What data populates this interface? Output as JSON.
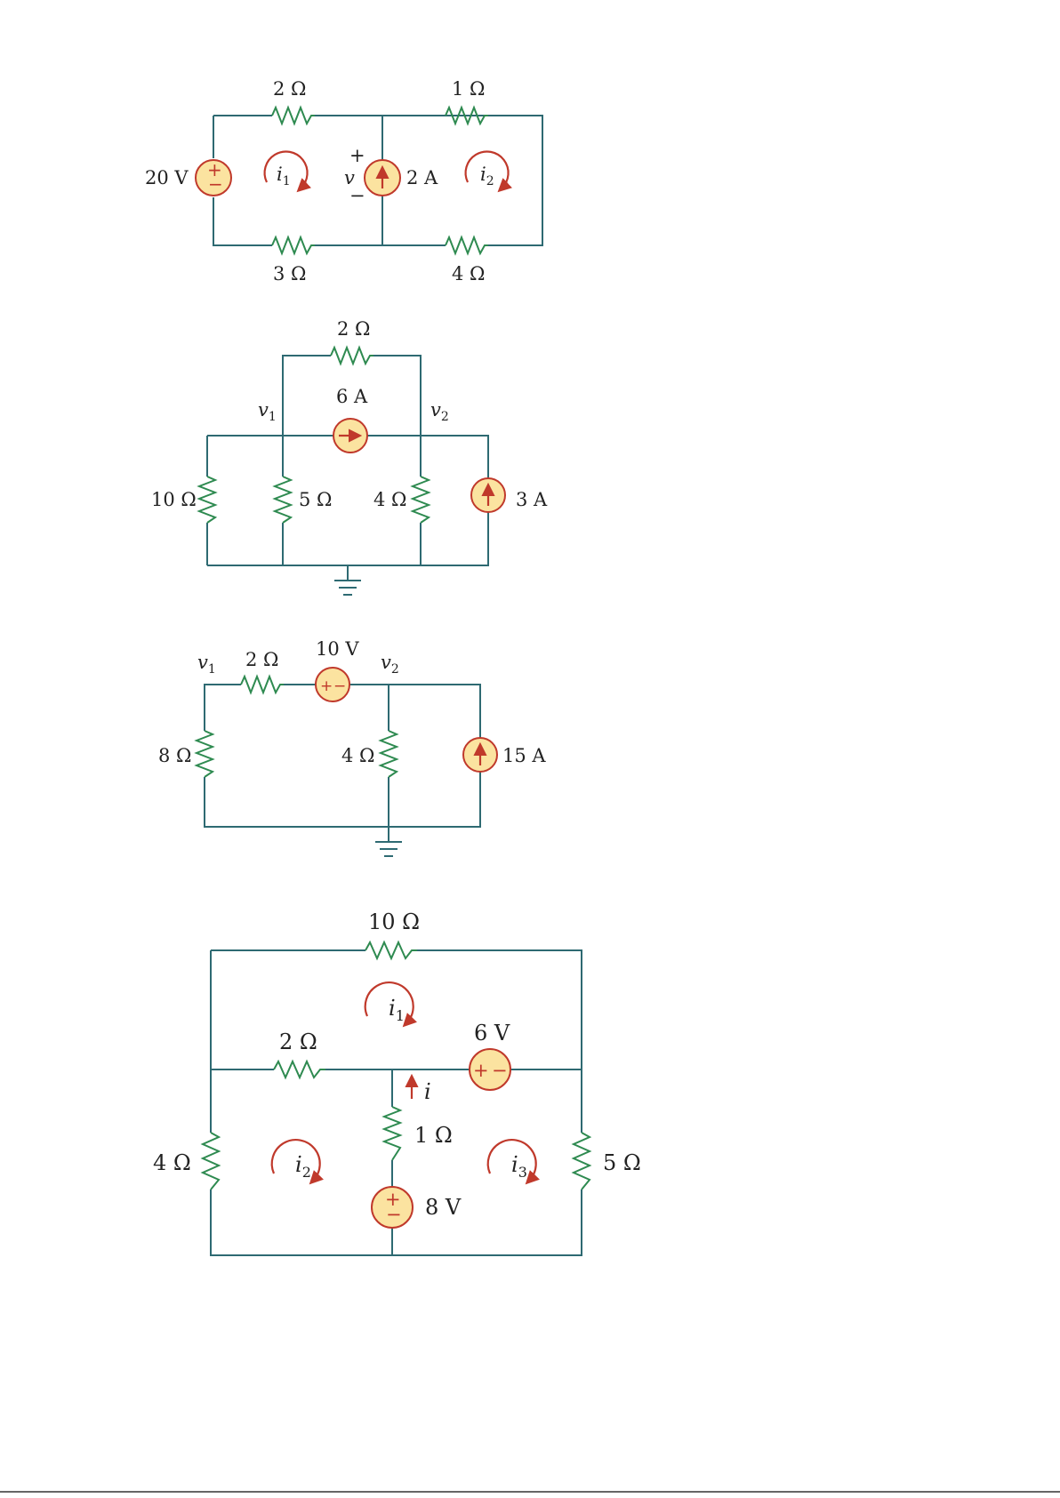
{
  "circuits": [
    {
      "id": "c1",
      "labels": {
        "r_top_left": "2 Ω",
        "r_top_right": "1 Ω",
        "r_bot_left": "3 Ω",
        "r_bot_right": "4 Ω",
        "vsrc": "20 V",
        "isrc": "2 A",
        "v": "v",
        "v_plus": "+",
        "v_minus": "−",
        "i1": "i",
        "i1_sub": "1",
        "i2": "i",
        "i2_sub": "2"
      }
    },
    {
      "id": "c2",
      "labels": {
        "r_top": "2 Ω",
        "isrc_mid": "6 A",
        "v1": "v",
        "v1_sub": "1",
        "v2": "v",
        "v2_sub": "2",
        "r_10": "10 Ω",
        "r_5": "5 Ω",
        "r_4": "4 Ω",
        "isrc_right": "3 A"
      }
    },
    {
      "id": "c3",
      "labels": {
        "v1": "v",
        "v1_sub": "1",
        "r_2": "2 Ω",
        "vsrc": "10 V",
        "v2": "v",
        "v2_sub": "2",
        "r_8": "8 Ω",
        "r_4": "4 Ω",
        "isrc": "15 A"
      }
    },
    {
      "id": "c4",
      "labels": {
        "r_10": "10 Ω",
        "r_2": "2 Ω",
        "vsrc_6": "6 V",
        "i": "i",
        "r_1": "1 Ω",
        "r_4": "4 Ω",
        "r_5": "5 Ω",
        "vsrc_8": "8 V",
        "i1": "i",
        "i1_sub": "1",
        "i2": "i",
        "i2_sub": "2",
        "i3": "i",
        "i3_sub": "3"
      }
    }
  ],
  "colors": {
    "wire": "#2e6a72",
    "resistor": "#2e8a50",
    "source_fill": "#fbe3a0",
    "accent": "#c0392b"
  }
}
